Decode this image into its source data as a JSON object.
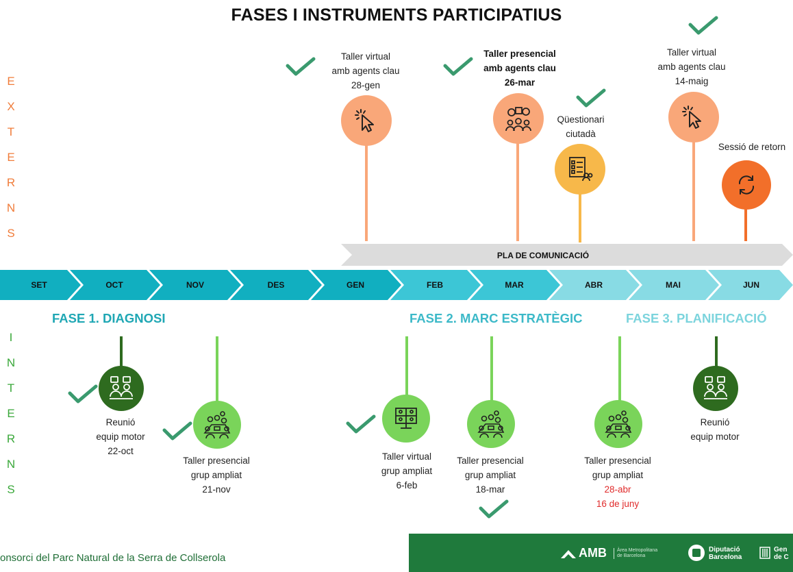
{
  "title": "FASES I INSTRUMENTS PARTICIPATIUS",
  "side_labels": {
    "externs": [
      "E",
      "X",
      "T",
      "E",
      "R",
      "N",
      "S"
    ],
    "interns": [
      "I",
      "N",
      "T",
      "E",
      "R",
      "N",
      "S"
    ]
  },
  "communication_bar": "PLA DE COMUNICACIÓ",
  "months": [
    "SET",
    "OCT",
    "NOV",
    "DES",
    "GEN",
    "FEB",
    "MAR",
    "ABR",
    "MAI",
    "JUN"
  ],
  "phases": {
    "p1": "FASE 1. DIAGNOSI",
    "p2": "FASE 2. MARC ESTRATÈGIC",
    "p3": "FASE 3. PLANIFICACIÓ"
  },
  "external_events": {
    "e1": {
      "line1": "Taller virtual",
      "line2": "amb agents clau",
      "line3": "28-gen"
    },
    "e2": {
      "line1": "Taller presencial",
      "line2": "amb agents clau",
      "line3": "26-mar"
    },
    "e3": {
      "line1": "Qüestionari",
      "line2": "ciutadà"
    },
    "e4": {
      "line1": "Taller virtual",
      "line2": "amb agents clau",
      "line3": "14-maig"
    },
    "e5": {
      "line1": "Sessió de retorn"
    }
  },
  "internal_events": {
    "i1": {
      "line1": "Reunió",
      "line2": "equip motor",
      "line3": "22-oct"
    },
    "i2": {
      "line1": "Taller presencial",
      "line2": "grup ampliat",
      "line3": "21-nov"
    },
    "i3": {
      "line1": "Taller virtual",
      "line2": "grup ampliat",
      "line3": "6-feb"
    },
    "i4": {
      "line1": "Taller presencial",
      "line2": "grup ampliat",
      "line3": "18-mar"
    },
    "i5": {
      "line1": "Taller presencial",
      "line2": "grup ampliat",
      "line3": "28-abr",
      "line4": "16 de juny"
    },
    "i6": {
      "line1": "Reunió",
      "line2": "equip motor"
    }
  },
  "footer": {
    "left_text": "onsorci del Parc Natural de la Serra de Collserola",
    "amb": "AMB",
    "amb_sub1": "Àrea Metropolitana",
    "amb_sub2": "de Barcelona",
    "dip1": "Diputació",
    "dip2": "Barcelona",
    "gen1": "Gen",
    "gen2": "de C"
  },
  "colors": {
    "external_orange_light": "#f9a779",
    "external_orange_dark": "#f26f2a",
    "questionnaire_yellow": "#f7b84a",
    "internal_dark_green": "#2e6b1f",
    "internal_light_green": "#7ad45a",
    "check_green": "#3a9a6e",
    "phase1_color": "#1fa7b4",
    "phase2_color": "#3cb9c8",
    "phase3_color": "#7cd4dd"
  }
}
